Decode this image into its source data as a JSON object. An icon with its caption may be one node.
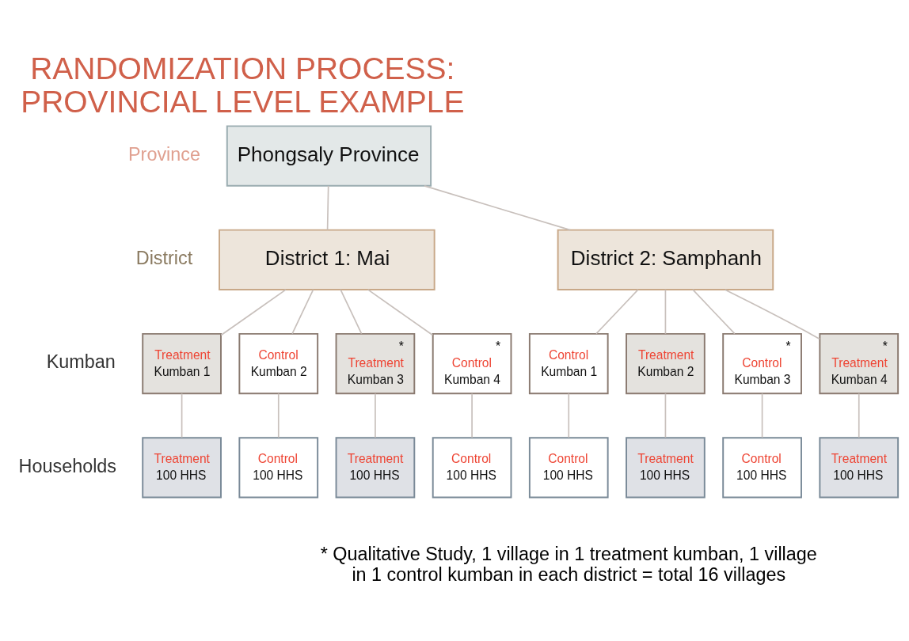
{
  "diagram": {
    "title": "RANDOMIZATION PROCESS: PROVINCIAL LEVEL EXAMPLE",
    "caption": "* Qualitative Study, 1 village in 1 treatment kumban, 1 village in 1 control kumban in each district = total 16 villages",
    "nodes": [
      {
        "text": [
          "Phongsaly Province"
        ]
      },
      {
        "text": [
          "District 1: Mai"
        ]
      },
      {
        "text": [
          "District 2: Samphanh"
        ]
      },
      {
        "text": [
          "Treatment",
          "Kumban 1"
        ]
      },
      {
        "text": [
          "Control",
          "Kumban 2"
        ]
      },
      {
        "text": [
          "*",
          "Treatment",
          "Kumban 3"
        ]
      },
      {
        "text": [
          "*",
          "Control",
          "Kumban 4"
        ]
      },
      {
        "text": [
          "Control",
          "Kumban 1"
        ]
      },
      {
        "text": [
          "Treatment",
          "Kumban 2"
        ]
      },
      {
        "text": [
          "*",
          "Control",
          "Kumban 3"
        ]
      },
      {
        "text": [
          "*",
          "Treatment",
          "Kumban 4"
        ]
      },
      {
        "text": [
          "Treatment",
          "100 HHS"
        ]
      },
      {
        "text": [
          "Control",
          "100 HHS"
        ]
      },
      {
        "text": [
          "Treatment",
          "100 HHS"
        ]
      },
      {
        "text": [
          "Control",
          "100 HHS"
        ]
      },
      {
        "text": [
          "Control",
          "100 HHS"
        ]
      },
      {
        "text": [
          "Treatment",
          "100 HHS"
        ]
      },
      {
        "text": [
          "Control",
          "100 HHS"
        ]
      },
      {
        "text": [
          "Treatment",
          "100 HHS"
        ]
      }
    ],
    "edges": [
      {
        "from": 0,
        "to": 1,
        "arrow": "none"
      },
      {
        "from": 0,
        "to": 2,
        "arrow": "none"
      },
      {
        "from": 1,
        "to": 3,
        "arrow": "none"
      },
      {
        "from": 1,
        "to": 4,
        "arrow": "none"
      },
      {
        "from": 1,
        "to": 5,
        "arrow": "none"
      },
      {
        "from": 1,
        "to": 6,
        "arrow": "none"
      },
      {
        "from": 2,
        "to": 7,
        "arrow": "none"
      },
      {
        "from": 2,
        "to": 8,
        "arrow": "none"
      },
      {
        "from": 2,
        "to": 9,
        "arrow": "none"
      },
      {
        "from": 2,
        "to": 10,
        "arrow": "none"
      },
      {
        "from": 3,
        "to": 11,
        "arrow": "none"
      },
      {
        "from": 4,
        "to": 12,
        "arrow": "none"
      },
      {
        "from": 5,
        "to": 13,
        "arrow": "none"
      },
      {
        "from": 6,
        "to": 14,
        "arrow": "none"
      },
      {
        "from": 7,
        "to": 15,
        "arrow": "none"
      },
      {
        "from": 8,
        "to": 16,
        "arrow": "none"
      },
      {
        "from": 9,
        "to": 17,
        "arrow": "none"
      },
      {
        "from": 10,
        "to": 18,
        "arrow": "none"
      }
    ],
    "labels": [
      "Province",
      "District",
      "Kumban",
      "Households"
    ]
  }
}
